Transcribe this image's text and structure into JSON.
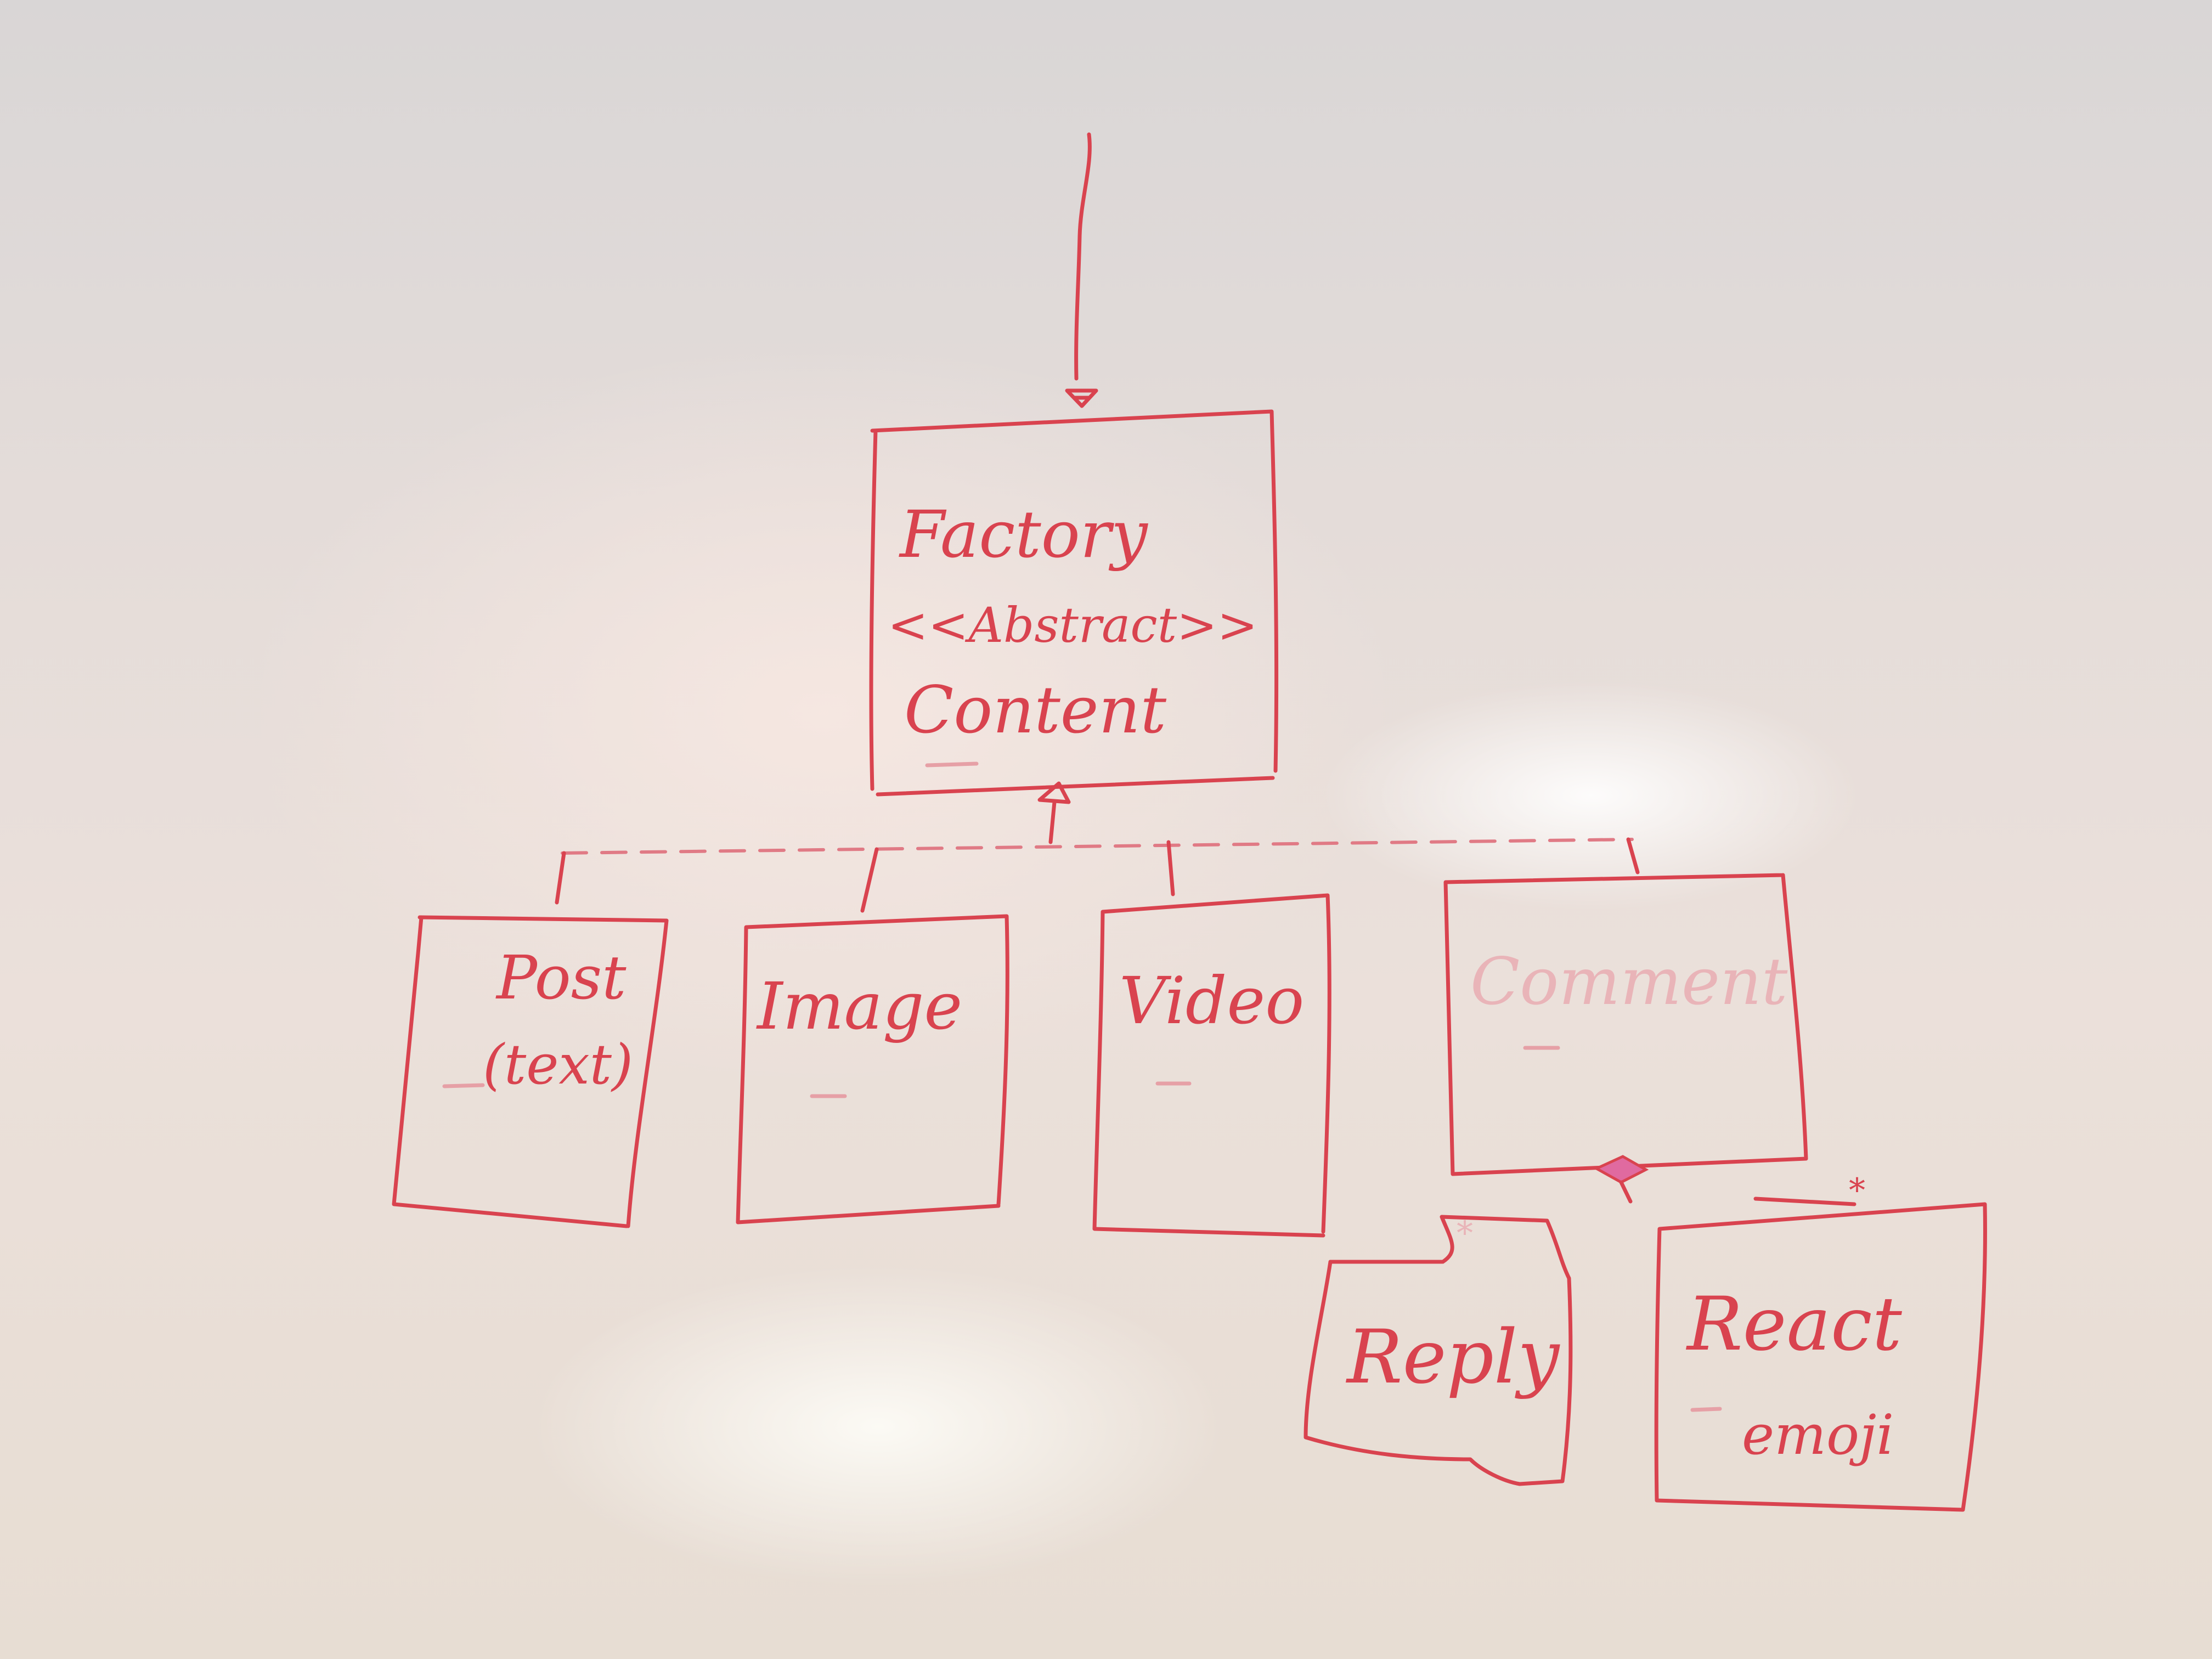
{
  "diagram": {
    "factory": {
      "line1": "Factory",
      "line2": "<<Abstract>>",
      "line3": "Content"
    },
    "subclasses": {
      "post_line1": "Post",
      "post_line2": "(text)",
      "image": "Image",
      "video": "Video",
      "comment": "Comment"
    },
    "composition": {
      "reply": "Reply",
      "react_line1": "React",
      "react_line2": "emoji",
      "reply_multiplicity": "*",
      "react_multiplicity": "*"
    }
  },
  "colors": {
    "marker": "#d9434f",
    "whiteboard": "#e8ded9"
  }
}
